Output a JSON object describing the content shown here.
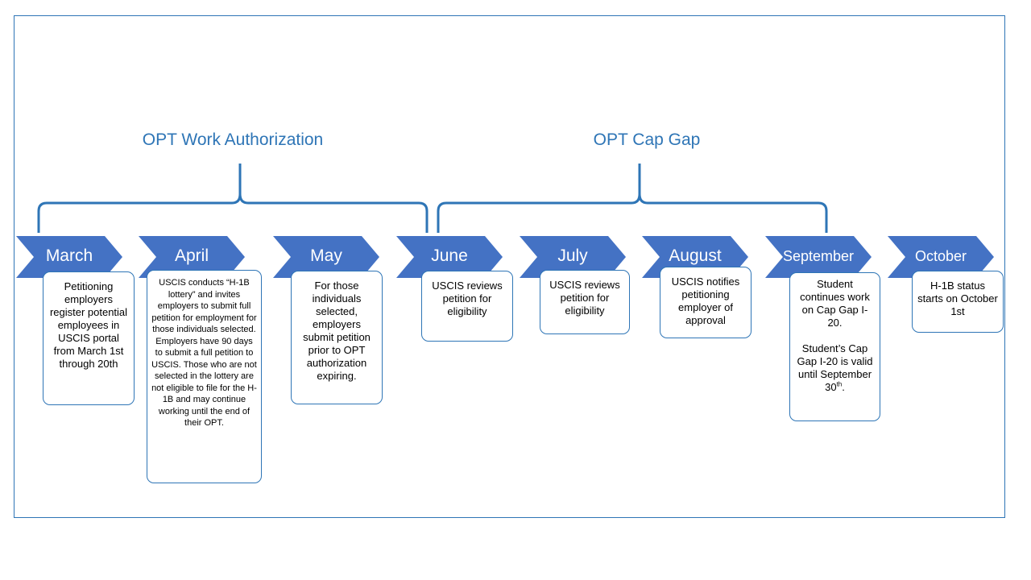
{
  "brackets": [
    {
      "title": "OPT Work Authorization"
    },
    {
      "title": "OPT Cap Gap"
    }
  ],
  "colors": {
    "chevron_fill": "#4472c4",
    "accent": "#2e75b6",
    "card_border": "#2e75b6"
  },
  "months": [
    {
      "label": "March",
      "text": "Petitioning employers register potential employees in USCIS portal from March 1st through 20th"
    },
    {
      "label": "April",
      "text": "USCIS conducts “H-1B lottery” and invites employers to submit full petition for employment for those individuals selected. Employers have 90 days to submit a full petition to USCIS. Those who are not selected in the lottery are not eligible to file for the H-1B and may continue working until the end of their OPT."
    },
    {
      "label": "May",
      "text": "For those individuals selected, employers submit petition prior to OPT authorization expiring."
    },
    {
      "label": "June",
      "text": "USCIS reviews petition for eligibility"
    },
    {
      "label": "July",
      "text": "USCIS reviews petition for eligibility"
    },
    {
      "label": "August",
      "text": "USCIS notifies petitioning employer of approval"
    },
    {
      "label": "September",
      "text": "Student continues work on Cap Gap I-20.",
      "text2": "Student’s Cap Gap I-20 is valid until September 30",
      "text2_sup": "th",
      "text2_end": "."
    },
    {
      "label": "October",
      "text": "H-1B status starts on October 1st"
    }
  ]
}
